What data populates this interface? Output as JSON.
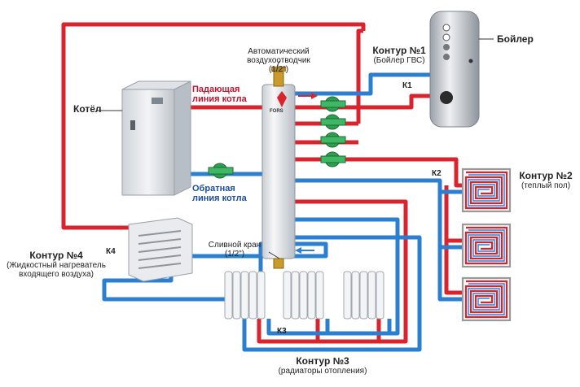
{
  "labels": {
    "vent_title": "Автоматический",
    "vent_line2": "воздухоотводчик",
    "vent_size": "(1/2\")",
    "supply_line1": "Падающая",
    "supply_line2": "линия котла",
    "return_line1": "Обратная",
    "return_line2": "линия котла",
    "boiler_label": "Котёл",
    "tank_label": "Бойлер",
    "circuit1_title": "Контур №1",
    "circuit1_sub": "(Бойлер ГВС)",
    "circuit2_title": "Контур №2",
    "circuit2_sub": "(теплый пол)",
    "circuit3_title": "Контур №3",
    "circuit3_sub": "(радиаторы отопления)",
    "circuit4_title": "Контур №4",
    "circuit4_sub1": "(Жидкостный нагреватель",
    "circuit4_sub2": "входящего воздуха)",
    "drain_line1": "Сливной кран",
    "drain_size": "(1/2\")",
    "k1": "К1",
    "k2": "К2",
    "k3": "К3",
    "k4": "К4",
    "brand": "FORS"
  },
  "colors": {
    "hot_pipe": "#d9232d",
    "cold_pipe": "#2b7fd1",
    "pump_green": "#2e9e4f",
    "metal": "#e3e6ea"
  },
  "icons": [
    "boiler-icon",
    "water-tank-icon",
    "pump-icon",
    "radiator-icon",
    "floor-heating-coil-icon",
    "air-heater-icon",
    "air-vent-icon",
    "drain-valve-icon",
    "flow-arrow-icon"
  ]
}
